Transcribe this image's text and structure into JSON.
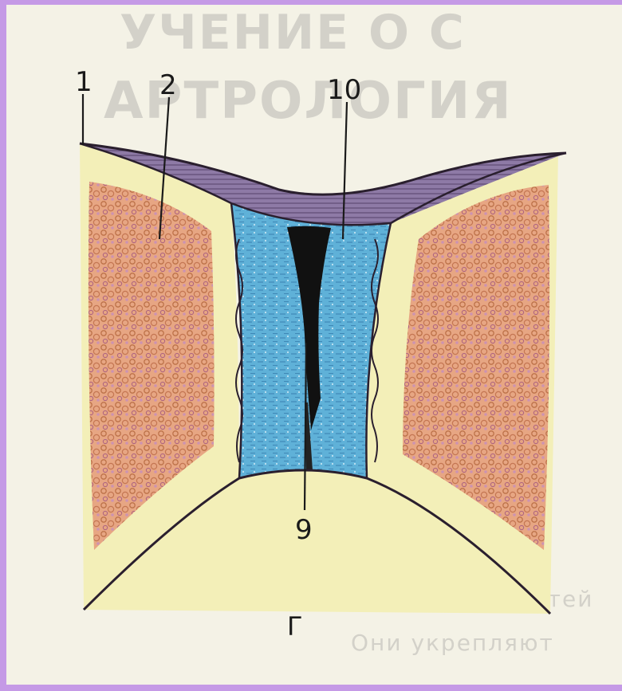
{
  "figure": {
    "labels": {
      "l1": "1",
      "l2": "2",
      "l10": "10",
      "l9": "9",
      "panel": "Г"
    },
    "bleed_through_text": [
      "УЧЕНИЕ О С",
      "АРТРОЛОГИЯ",
      "Соединения костей",
      "Они укрепляют"
    ]
  },
  "colors": {
    "frame": "#c59ae6",
    "paper": "#f4f2e6",
    "cartilage_yellow": "#f3efb8",
    "bone_marrow": "#d98f6f",
    "disc_blue": "#5fb1d8",
    "disc_top": "#8e7aa6",
    "cleft_black": "#111111",
    "outline": "#2a1f2e"
  }
}
